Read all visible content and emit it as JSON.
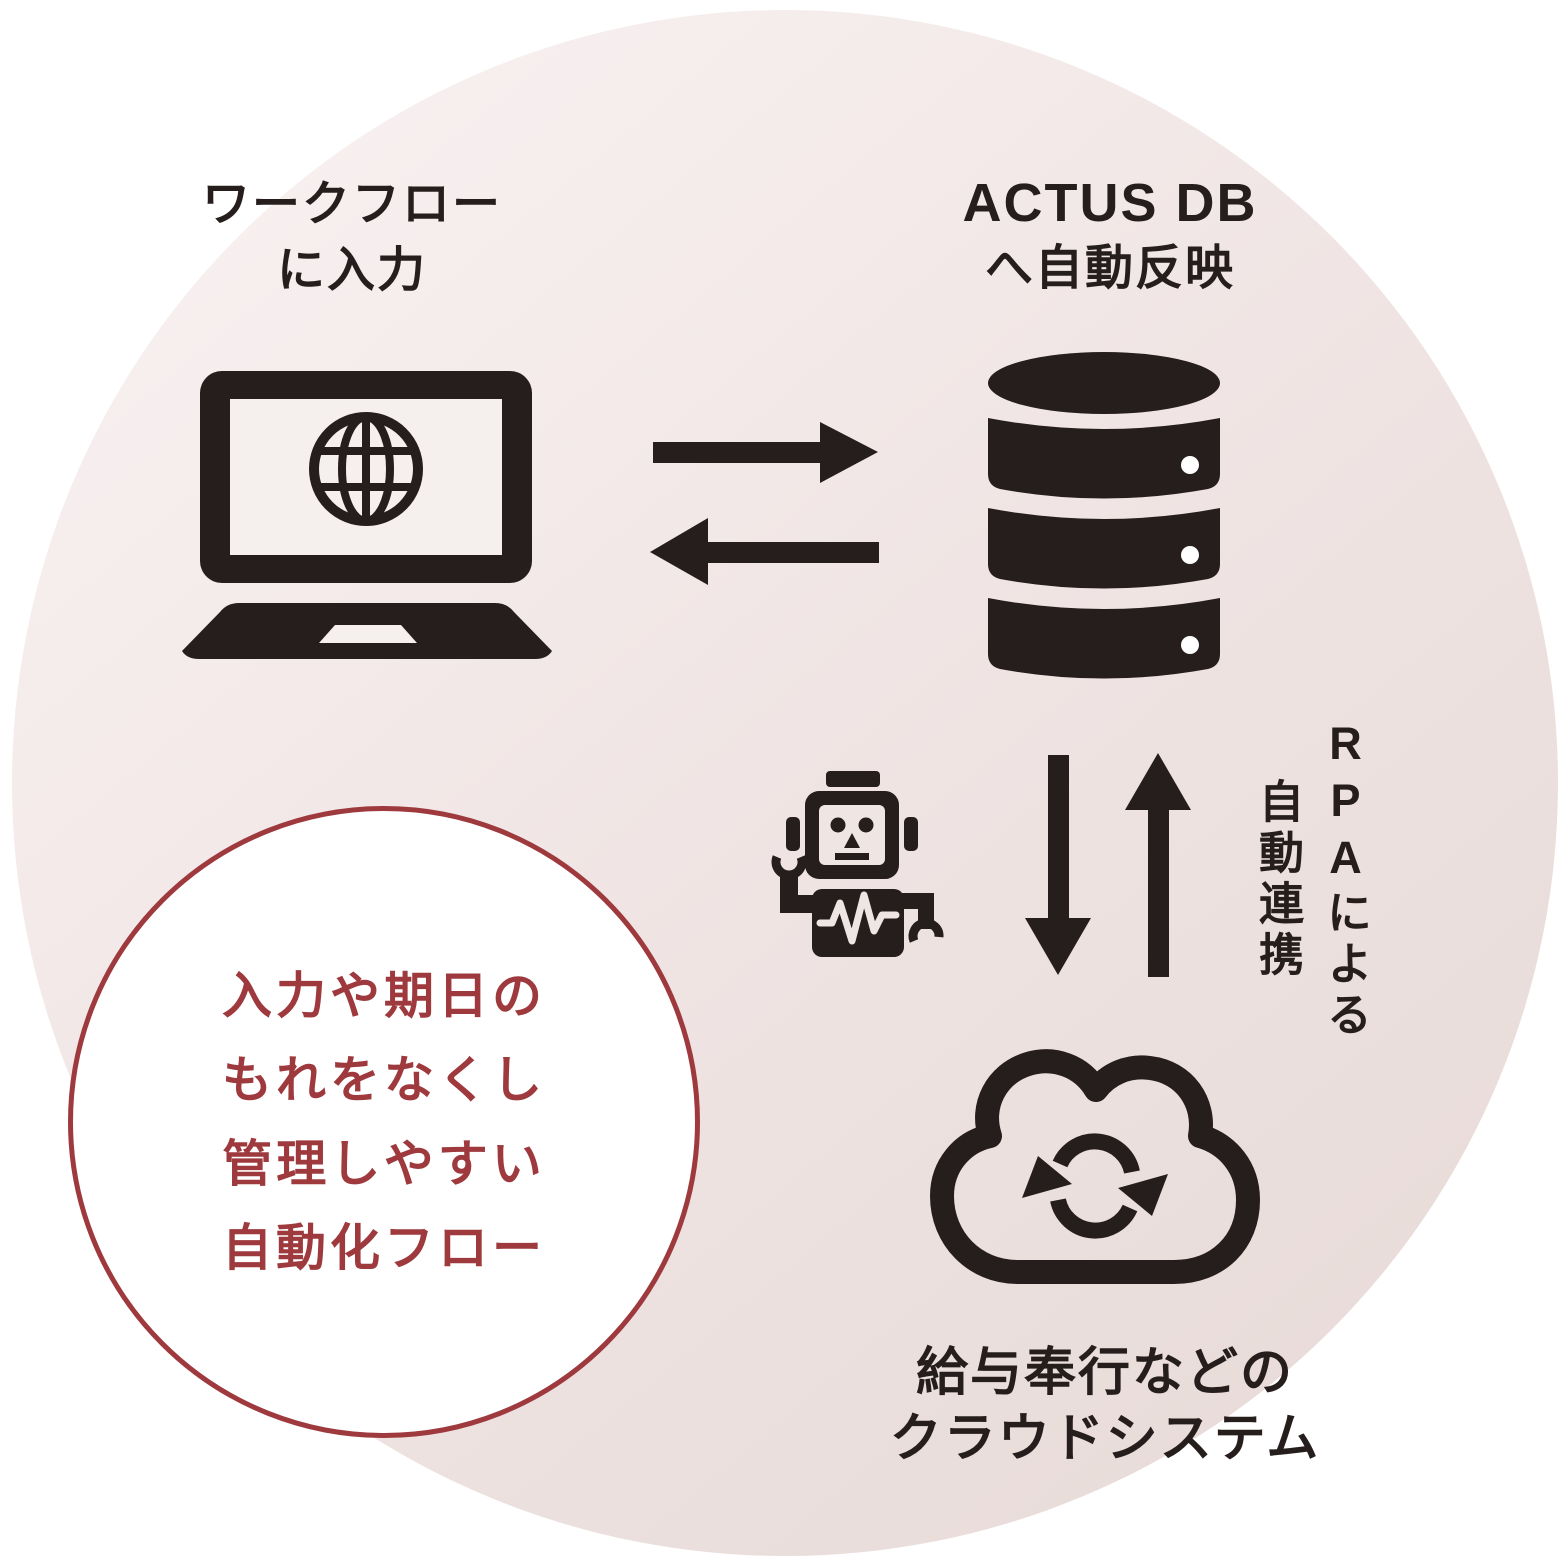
{
  "labels": {
    "workflow": {
      "line1": "ワークフロー",
      "line2": "に入力"
    },
    "actus": {
      "line1": "ACTUS DB",
      "line2": "へ自動反映"
    },
    "rpa": {
      "line1": "RPAによる",
      "line2": "自動連携"
    },
    "cloud": {
      "line1": "給与奉行などの",
      "line2": "クラウドシステム"
    }
  },
  "callout": {
    "lines": [
      "入力や期日の",
      "もれをなくし",
      "管理しやすい",
      "自動化フロー"
    ]
  },
  "icons": {
    "laptop": "laptop-globe-icon",
    "database": "database-icon",
    "exchange": "exchange-arrows-icon",
    "robot": "rpa-robot-icon",
    "down": "down-arrow-icon",
    "up": "up-arrow-icon",
    "cloud": "cloud-sync-icon"
  },
  "colors": {
    "accent_red": "#9e3a3e",
    "icon_black": "#251e1c",
    "circle_gradient_start": "#faf4f4",
    "circle_gradient_end": "#e6d9d6",
    "callout_background": "#ffffff"
  }
}
